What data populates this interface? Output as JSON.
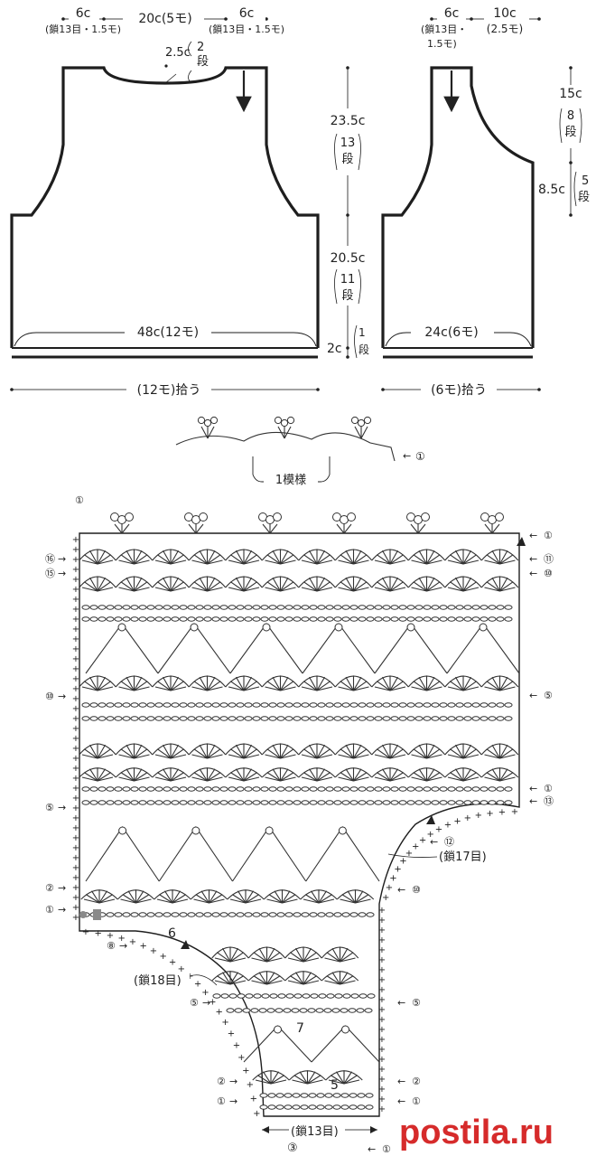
{
  "front": {
    "top_left_width": "6c",
    "top_left_note": "(鎖13目・1.5モ)",
    "neck_width": "20c(5モ)",
    "top_right_width": "6c",
    "top_right_note": "(鎖13目・1.5モ)",
    "neck_depth": "2.5c",
    "neck_rows": "2\n段",
    "armhole_height": "23.5c",
    "armhole_rows": "13\n段",
    "body_height": "20.5c",
    "body_rows": "11\n段",
    "edge_height": "2c",
    "edge_rows": "1\n段",
    "width_label": "48c(12モ)",
    "pickup_label": "(12モ)拾う"
  },
  "back": {
    "strap_width": "6c",
    "strap_note_1": "(鎖13目・",
    "strap_note_2": "1.5モ)",
    "side_width": "10c",
    "side_note": "(2.5モ)",
    "upper_height": "15c",
    "upper_rows": "8\n段",
    "lower_height": "8.5c",
    "lower_rows": "5\n段",
    "width_label": "24c(6モ)",
    "pickup_label": "(6モ)拾う"
  },
  "motif": {
    "label": "1模様",
    "row_marker": "①"
  },
  "chart": {
    "left_rows": [
      "①",
      "⑯",
      "⑮",
      "⑩",
      "⑤",
      "②",
      "①",
      "⑧",
      "⑤",
      "②",
      "①"
    ],
    "right_rows": [
      "①",
      "⑪",
      "⑩",
      "⑤",
      "①",
      "⑬",
      "⑫",
      "⑩",
      "⑤",
      "②",
      "①",
      "①"
    ],
    "chain_17": "(鎖17目)",
    "chain_18": "(鎖18目)",
    "chain_13": "(鎖13目)",
    "bottom_marker": "③",
    "label_6": "6",
    "label_7": "7",
    "label_5": "5"
  },
  "watermark": "postila.ru",
  "colors": {
    "line": "#1e1e1e",
    "watermark": "#d62b2b",
    "marker": "#8a8a8a"
  }
}
